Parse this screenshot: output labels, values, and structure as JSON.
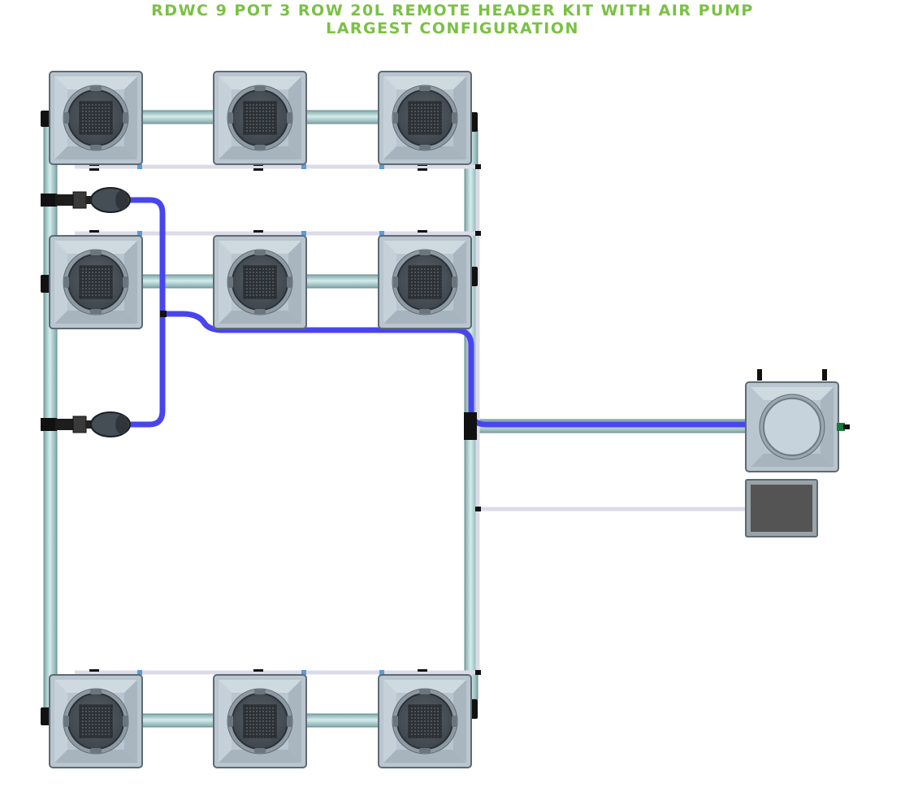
{
  "title": {
    "line1": "RDWC 9 POT 3 ROW 20L REMOTE HEADER KIT WITH AIR PUMP",
    "line2": "LARGEST CONFIGURATION"
  },
  "colors": {
    "title": "#7ac143",
    "pot_body": "#b9c6cf",
    "pot_edge": "#5f6a73",
    "pot_lid": "#4a5259",
    "basket": "#2e3338",
    "pipe": "#a9cfcf",
    "pipe_edge": "#6c8e90",
    "air_line": "#dcdce8",
    "water_line": "#4845f0",
    "pump": "#545454",
    "fitting": "#111111",
    "nozzle": "#5a9bd8"
  },
  "diagram": {
    "pots": [
      {
        "row": "top",
        "col": 1
      },
      {
        "row": "top",
        "col": 2
      },
      {
        "row": "top",
        "col": 3
      },
      {
        "row": "middle",
        "col": 1
      },
      {
        "row": "middle",
        "col": 2
      },
      {
        "row": "middle",
        "col": 3
      },
      {
        "row": "bottom",
        "col": 1
      },
      {
        "row": "bottom",
        "col": 2
      },
      {
        "row": "bottom",
        "col": 3
      }
    ],
    "components": [
      "header-tank",
      "air-pump",
      "pump-inlet-left-upper",
      "pump-inlet-left-lower",
      "return-line",
      "air-manifold"
    ]
  }
}
